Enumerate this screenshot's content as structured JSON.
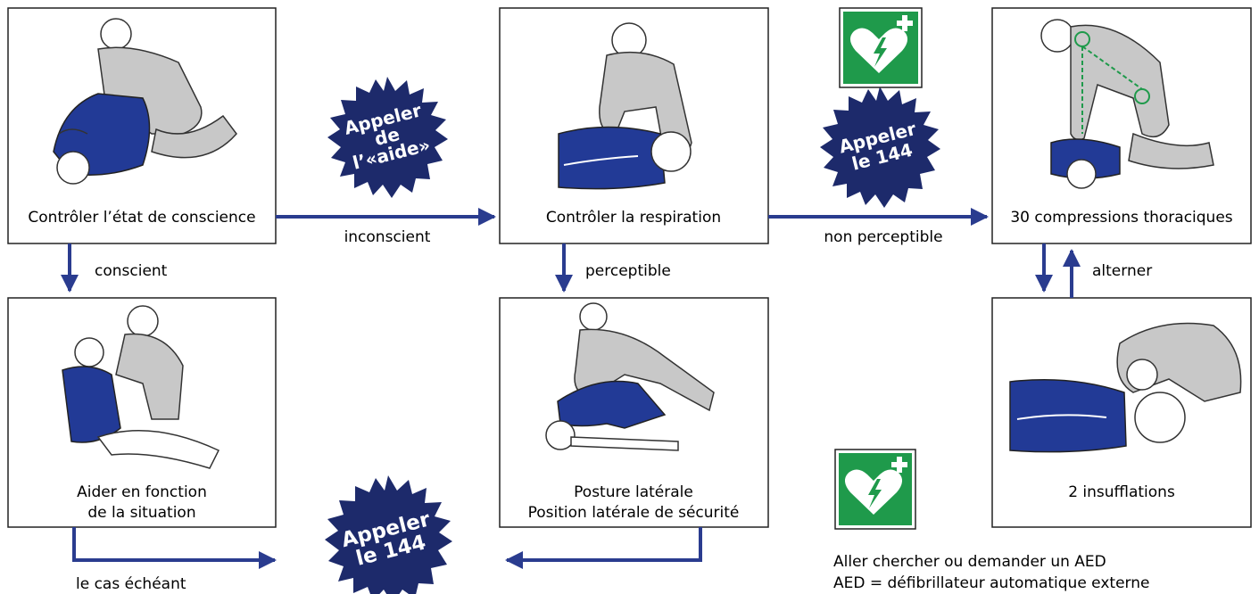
{
  "colors": {
    "flow": "#2a3c8f",
    "badge": "#1d2a6b",
    "suit": "#223a96",
    "skin": "#c8c8c8",
    "aed_green": "#1f9a4b"
  },
  "boxes": {
    "consciousness": "Contrôler l’état de conscience",
    "breathing": "Contrôler la respiration",
    "compressions": "30 compressions thoraciques",
    "help": [
      "Aider en fonction",
      "de la situation"
    ],
    "recovery": [
      "Posture latérale",
      "Position latérale de sécurité"
    ],
    "ventilations": "2 insufflations"
  },
  "edges": {
    "unconscious": "inconscient",
    "conscious": "conscient",
    "not_perceptible": "non perceptible",
    "perceptible": "perceptible",
    "alternate": "alterner",
    "if_needed": "le cas échéant"
  },
  "badges": {
    "call_help": [
      "Appeler",
      "de",
      "l’«aide»"
    ],
    "call_144_top": [
      "Appeler",
      "le 144"
    ],
    "call_144_bottom": [
      "Appeler",
      "le 144"
    ]
  },
  "aed_note": [
    "Aller chercher ou demander un AED",
    "AED = défibrillateur automatique externe"
  ],
  "icons": [
    "aed-heart-icon",
    "starburst-badge-icon",
    "first-aid-figure-icon"
  ]
}
